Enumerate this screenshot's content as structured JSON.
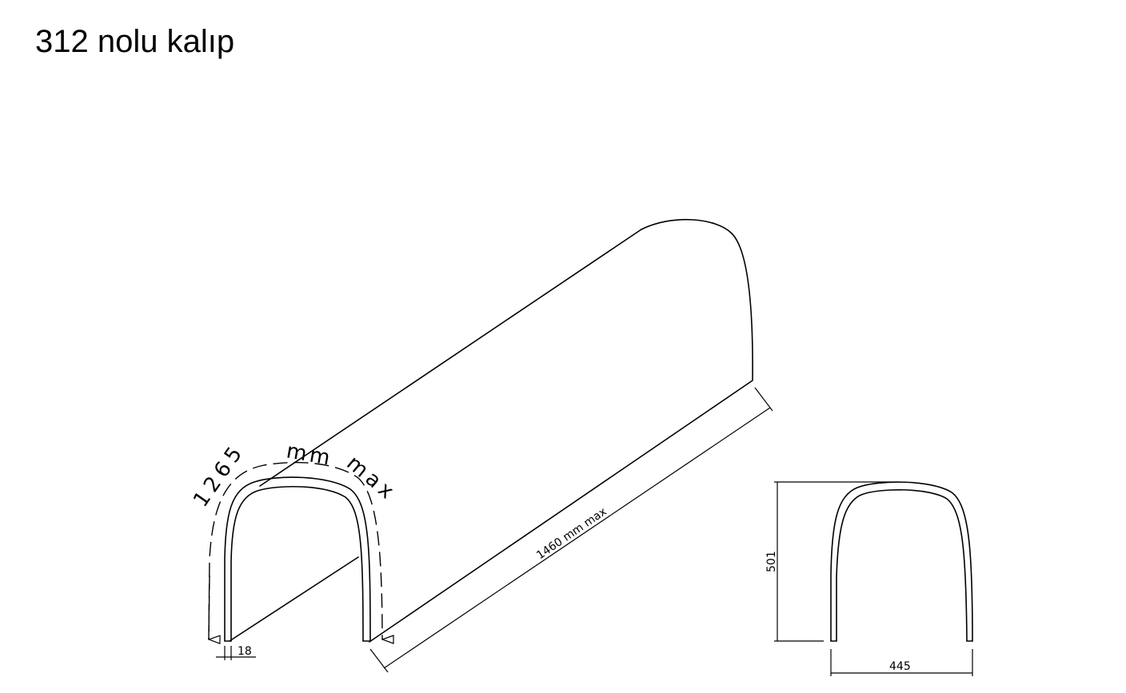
{
  "title": "312 nolu kalıp",
  "dimensions": {
    "arc_length": {
      "number": "1265",
      "unit": "mm",
      "qualifier": "max"
    },
    "length": "1460 mm max",
    "thickness": "18",
    "height": "501",
    "width": "445"
  }
}
